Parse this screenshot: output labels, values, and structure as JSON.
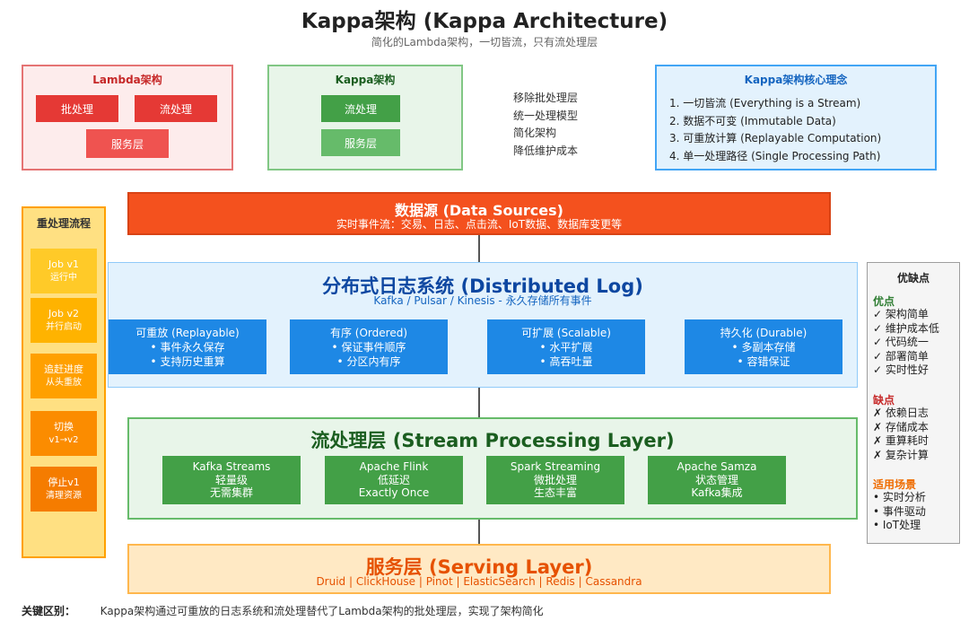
{
  "header": {
    "title": "Kappa架构 (Kappa Architecture)",
    "subtitle": "简化的Lambda架构，一切皆流，只有流处理层"
  },
  "lambda": {
    "title": "Lambda架构",
    "batch": "批处理",
    "stream": "流处理",
    "serving": "服务层"
  },
  "kappa": {
    "title": "Kappa架构",
    "stream": "流处理",
    "serving": "服务层"
  },
  "changes": [
    "移除批处理层",
    "统一处理模型",
    "简化架构",
    "降低维护成本"
  ],
  "concepts": {
    "title": "Kappa架构核心理念",
    "items": [
      "1. 一切皆流 (Everything is a Stream)",
      "2. 数据不可变 (Immutable Data)",
      "3. 可重放计算 (Replayable Computation)",
      "4. 单一处理路径 (Single Processing Path)"
    ]
  },
  "reprocess": {
    "title": "重处理流程",
    "steps": [
      {
        "line1": "Job v1",
        "line2": "运行中",
        "color": "#ffca28"
      },
      {
        "line1": "Job v2",
        "line2": "并行启动",
        "color": "#ffb300"
      },
      {
        "line1": "追赶进度",
        "line2": "从头重放",
        "color": "#ffa000"
      },
      {
        "line1": "切换",
        "line2": "v1→v2",
        "color": "#fb8c00"
      },
      {
        "line1": "停止v1",
        "line2": "清理资源",
        "color": "#f57c00"
      }
    ]
  },
  "data_sources": {
    "title": "数据源 (Data Sources)",
    "subtitle": "实时事件流：交易、日志、点击流、IoT数据、数据库变更等"
  },
  "distributed_log": {
    "title": "分布式日志系统 (Distributed Log)",
    "subtitle": "Kafka / Pulsar / Kinesis - 永久存储所有事件",
    "features": [
      {
        "title": "可重放 (Replayable)",
        "l1": "• 事件永久保存",
        "l2": "• 支持历史重算"
      },
      {
        "title": "有序 (Ordered)",
        "l1": "• 保证事件顺序",
        "l2": "• 分区内有序"
      },
      {
        "title": "可扩展 (Scalable)",
        "l1": "• 水平扩展",
        "l2": "• 高吞吐量"
      },
      {
        "title": "持久化 (Durable)",
        "l1": "• 多副本存储",
        "l2": "• 容错保证"
      }
    ]
  },
  "stream_layer": {
    "title": "流处理层 (Stream Processing Layer)",
    "engines": [
      {
        "name": "Kafka Streams",
        "l1": "轻量级",
        "l2": "无需集群"
      },
      {
        "name": "Apache Flink",
        "l1": "低延迟",
        "l2": "Exactly Once"
      },
      {
        "name": "Spark Streaming",
        "l1": "微批处理",
        "l2": "生态丰富"
      },
      {
        "name": "Apache Samza",
        "l1": "状态管理",
        "l2": "Kafka集成"
      }
    ]
  },
  "serving_layer": {
    "title": "服务层 (Serving Layer)",
    "subtitle": "Druid | ClickHouse | Pinot | ElasticSearch | Redis | Cassandra"
  },
  "pros_cons": {
    "title": "优缺点",
    "pros_title": "优点",
    "pros": [
      "✓ 架构简单",
      "✓ 维护成本低",
      "✓ 代码统一",
      "✓ 部署简单",
      "✓ 实时性好"
    ],
    "cons_title": "缺点",
    "cons": [
      "✗ 依赖日志",
      "✗ 存储成本",
      "✗ 重算耗时",
      "✗ 复杂计算"
    ],
    "use_title": "适用场景",
    "use": [
      "• 实时分析",
      "• 事件驱动",
      "• IoT处理"
    ]
  },
  "footer": {
    "label": "关键区别：",
    "text": "Kappa架构通过可重放的日志系统和流处理替代了Lambda架构的批处理层，实现了架构简化"
  }
}
